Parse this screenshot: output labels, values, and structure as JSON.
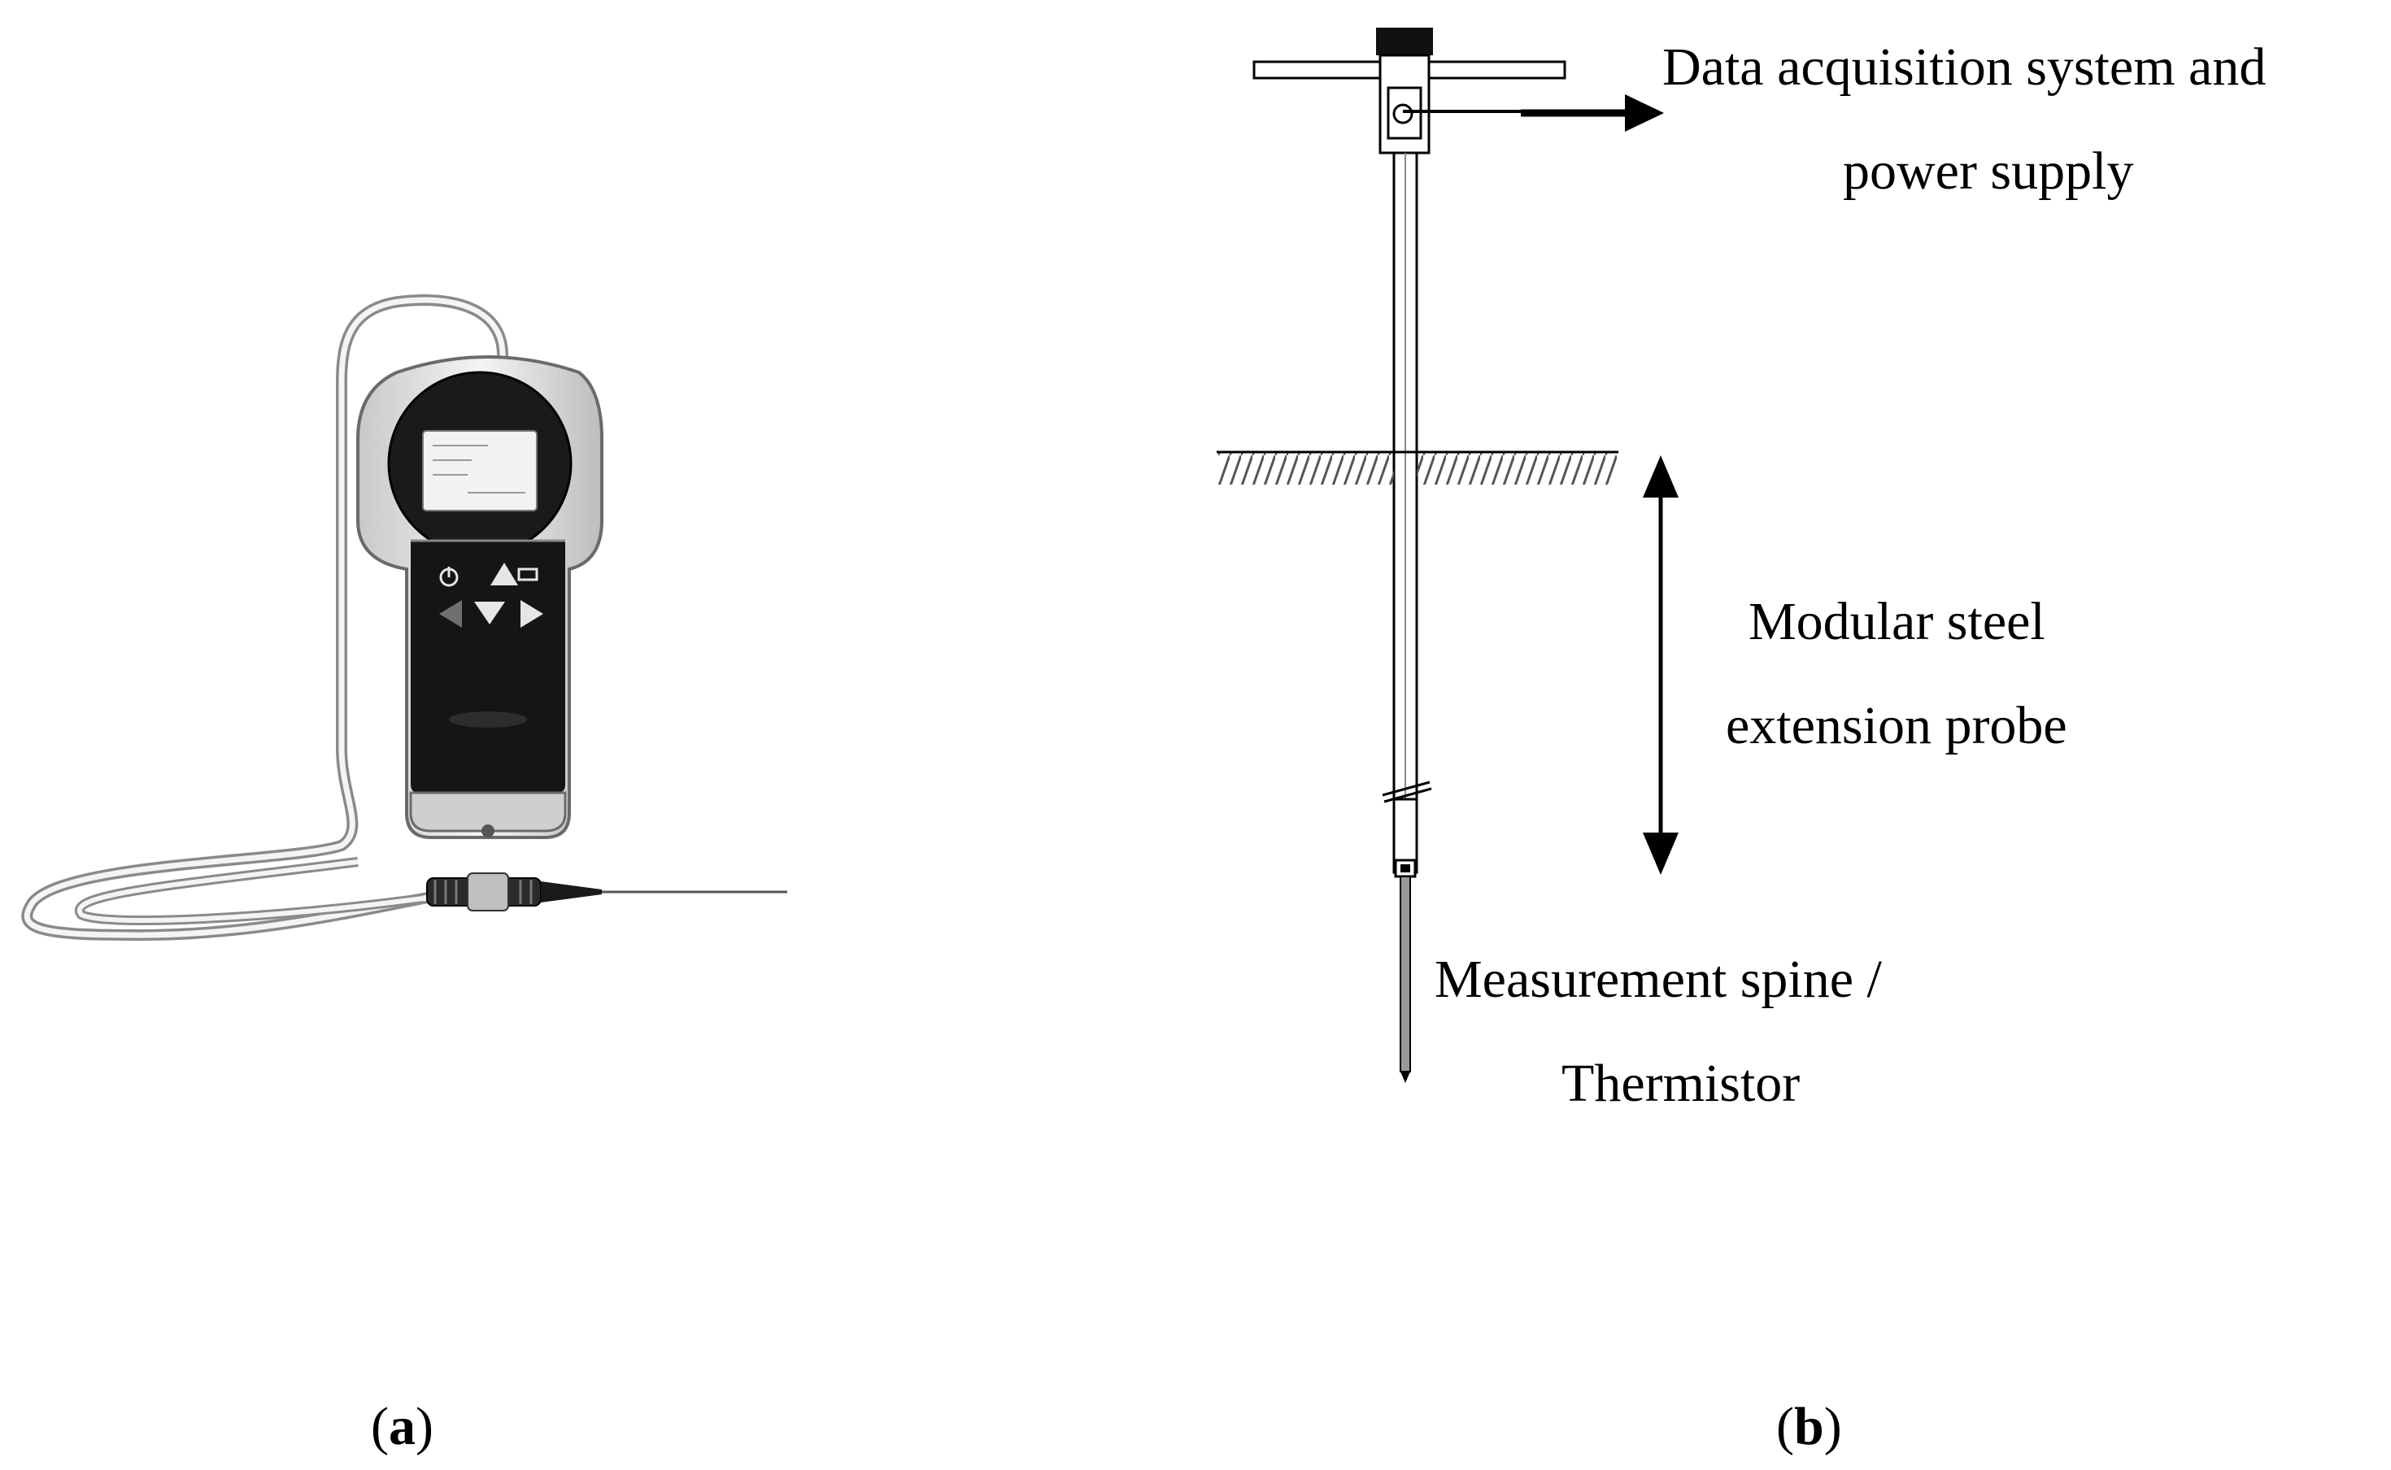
{
  "panel_a": {
    "caption": {
      "open": "(",
      "letter": "a",
      "close": ")"
    }
  },
  "panel_b": {
    "caption": {
      "open": "(",
      "letter": "b",
      "close": ")"
    },
    "labels": {
      "daq_line1": "Data acquisition system and",
      "daq_line2": "power supply",
      "probe_line1": "Modular steel",
      "probe_line2": "extension probe",
      "spine_line1": "Measurement spine /",
      "spine_line2": "Thermistor"
    }
  },
  "icons": {
    "device": "handheld-meter-icon",
    "power": "power-icon",
    "up": "arrow-up-icon",
    "down": "arrow-down-icon",
    "left": "arrow-left-icon",
    "right": "arrow-right-icon",
    "menu": "menu-icon"
  },
  "colors": {
    "stroke": "#000000",
    "device_body": "#151515",
    "device_shell": "#d9d9d9",
    "screen": "#f2f2f2",
    "soil_hatch": "#555555"
  }
}
